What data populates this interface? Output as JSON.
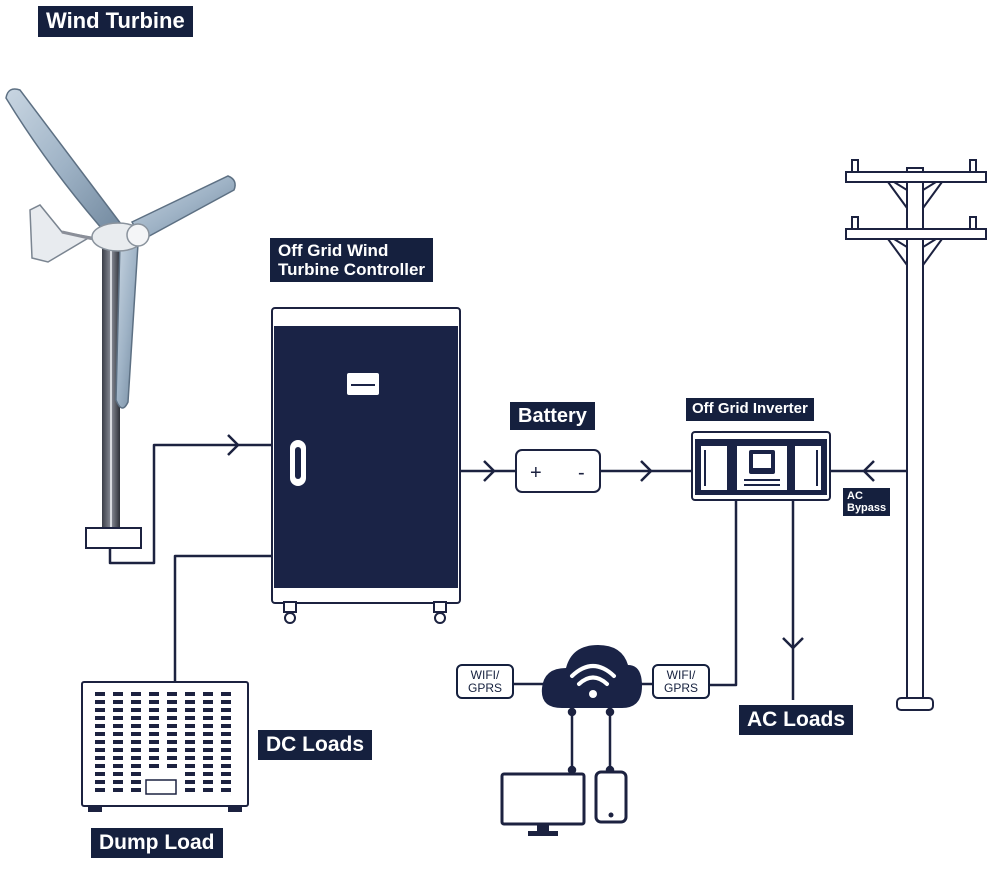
{
  "labels": {
    "wind_turbine": "Wind Turbine",
    "controller_line1": "Off Grid Wind",
    "controller_line2": "Turbine Controller",
    "battery": "Battery",
    "inverter": "Off Grid Inverter",
    "ac_bypass_line1": "AC",
    "ac_bypass_line2": "Bypass",
    "dc_loads": "DC Loads",
    "dump_load": "Dump Load",
    "ac_loads": "AC Loads",
    "wifi_left_line1": "WIFI/",
    "wifi_left_line2": "GPRS",
    "wifi_right_line1": "WIFI/",
    "wifi_right_line2": "GPRS"
  },
  "battery_terminals": {
    "positive": "+",
    "negative": "-"
  },
  "colors": {
    "navy": "#15203e",
    "line": "#1c2240",
    "white": "#ffffff",
    "turbine_blade": "#a9bccd"
  },
  "icons": [
    "wind-turbine-icon",
    "controller-cabinet-icon",
    "battery-icon",
    "inverter-icon",
    "utility-pole-icon",
    "cloud-wifi-icon",
    "monitor-icon",
    "smartphone-icon",
    "dump-load-icon"
  ]
}
